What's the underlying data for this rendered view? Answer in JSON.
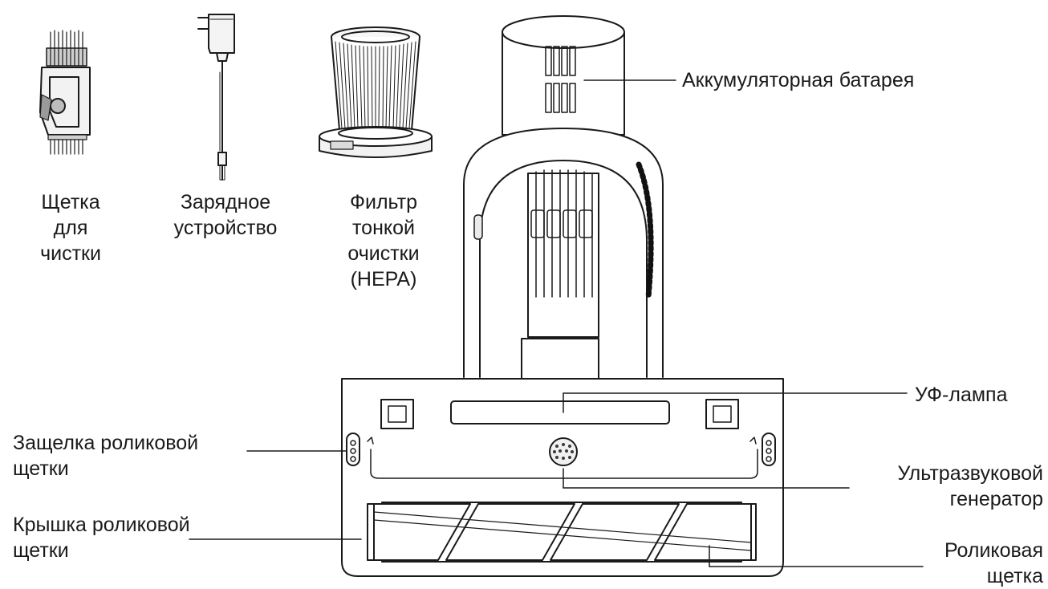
{
  "accessories": {
    "cleaning_brush": "Щетка\nдля\nчистки",
    "charger": "Зарядное\nустройство",
    "hepa_filter": "Фильтр\nтонкой\nочистки\n(HEPA)"
  },
  "callouts": {
    "battery": "Аккумуляторная батарея",
    "uv_lamp": "УФ-лампа",
    "roller_latch": "Защелка роликовой\nщетки",
    "ultrasonic": "Ультразвуковой\nгенератор",
    "roller_cover": "Крышка роликовой\nщетки",
    "roller_brush": "Роликовая\nщетка"
  },
  "colors": {
    "stroke": "#1a1a1a",
    "body_fill": "#ffffff",
    "shade": "#d9d9d9"
  }
}
